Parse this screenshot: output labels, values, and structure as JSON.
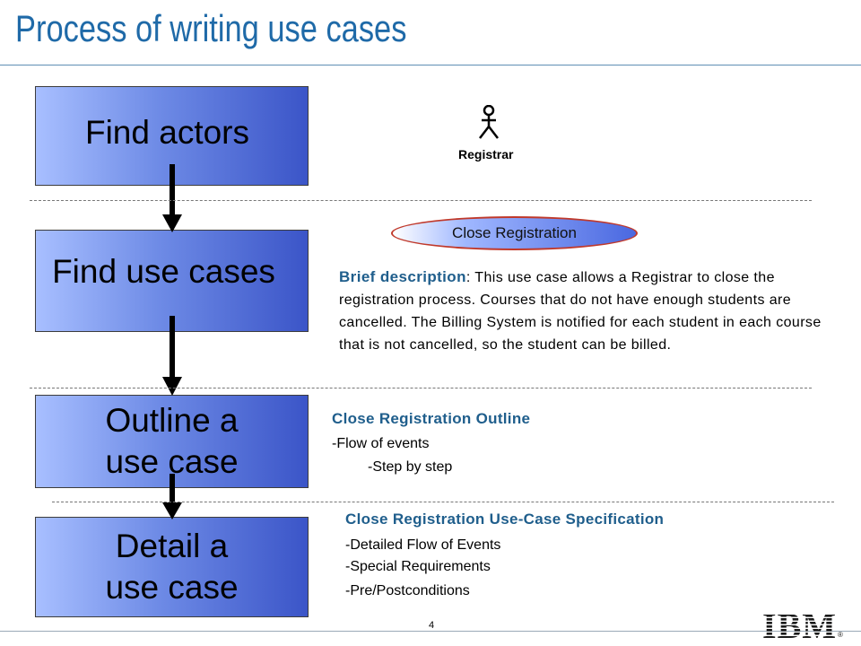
{
  "title": "Process of writing use cases",
  "steps": [
    {
      "label": "Find actors"
    },
    {
      "label": "Find use cases"
    },
    {
      "label": "Outline a\nuse case"
    },
    {
      "label": "Detail a\nuse case"
    }
  ],
  "actor": {
    "label": "Registrar",
    "icon": "stick-figure-actor-icon"
  },
  "use_case": {
    "label": "Close Registration"
  },
  "brief": {
    "lead": "Brief description",
    "text": ": This use case allows a Registrar to close the registration process. Courses that do not have enough students are cancelled. The Billing System is notified for each student in each course that is not cancelled, so the student can be billed."
  },
  "outline": {
    "title": "Close Registration Outline",
    "items": [
      "-Flow of events",
      "-Step by step"
    ]
  },
  "spec": {
    "title": "Close Registration Use-Case Specification",
    "items": [
      "-Detailed Flow of Events",
      "-Special Requirements",
      "-Pre/Postconditions"
    ]
  },
  "footer": {
    "page_number": "4",
    "logo_text": "IBM"
  },
  "colors": {
    "title": "#1f6aa8",
    "heading_blue": "#1f5e8c",
    "box_light": "#a8bfff",
    "box_dark": "#3b55c8",
    "ellipse_border": "#c0392b"
  }
}
